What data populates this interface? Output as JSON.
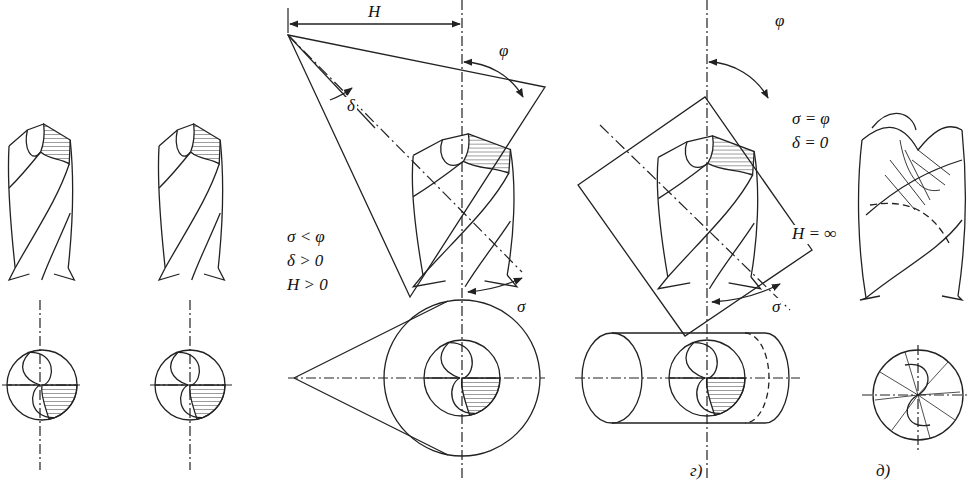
{
  "diagram": {
    "labels": [
      "H",
      "φ",
      "δ",
      "σ < φ",
      "δ > 0",
      "H > 0",
      "σ",
      "φ",
      "σ = φ",
      "δ = 0",
      "H = ∞",
      "σ",
      "г)",
      "д)"
    ]
  }
}
